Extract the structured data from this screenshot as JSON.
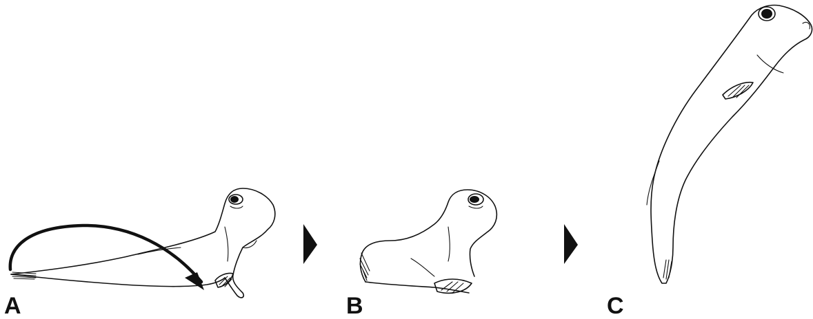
{
  "panels": [
    {
      "label": "A"
    },
    {
      "label": "B"
    },
    {
      "label": "C"
    }
  ],
  "colors": {
    "ink": "#111111",
    "background": "#ffffff"
  },
  "icons": [
    "jump-arrow-icon",
    "sequence-arrow-icon"
  ]
}
